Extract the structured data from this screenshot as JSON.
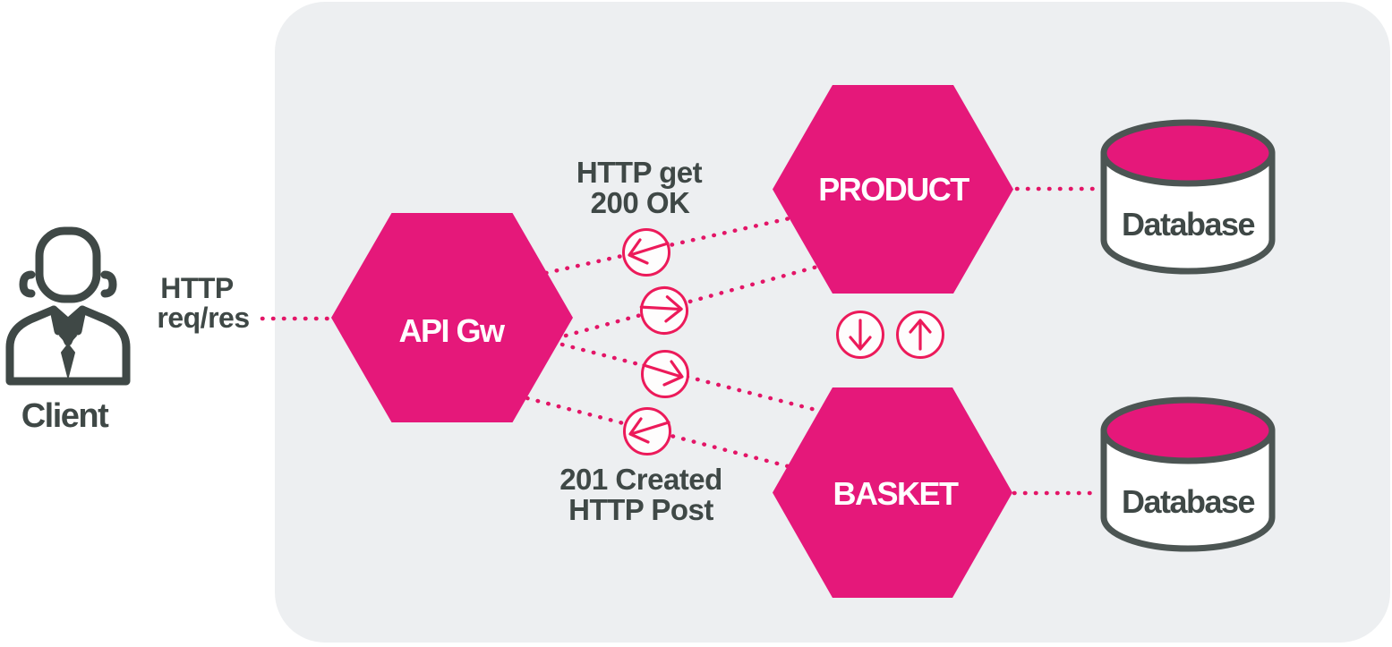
{
  "colors": {
    "magenta": "#e5187a",
    "accent": "#ec1a5a",
    "dot": "#e31567",
    "dark": "#3f4846",
    "db_stroke": "#4c5553",
    "panel": "#edeff1",
    "white": "#ffffff",
    "circle_fill": "#fefdfd"
  },
  "client": {
    "label": "Client",
    "connection_label_lines": [
      "HTTP",
      "req/res"
    ]
  },
  "nodes": {
    "api_gateway": {
      "label": "API Gw"
    },
    "product_service": {
      "label": "PRODUCT"
    },
    "basket_service": {
      "label": "BASKET"
    },
    "product_database": {
      "label": "Database"
    },
    "basket_database": {
      "label": "Database"
    }
  },
  "annotations": {
    "get_flow_lines": [
      "HTTP get",
      "200 OK"
    ],
    "post_flow_lines": [
      "201 Created",
      "HTTP Post"
    ]
  },
  "icons": {
    "client": "person-icon",
    "response": "arrow-left-circle-icon",
    "request": "arrow-right-circle-icon",
    "down": "arrow-down-circle-icon",
    "up": "arrow-up-circle-icon",
    "database": "database-cylinder-icon"
  }
}
